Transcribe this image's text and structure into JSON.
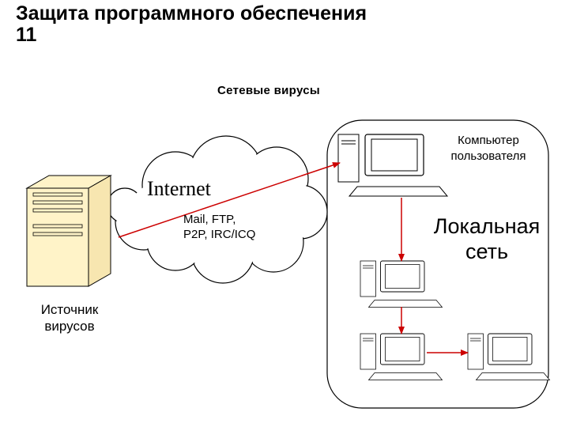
{
  "slide": {
    "title_line1": "Защита программного обеспечения",
    "title_line2": "11",
    "subtitle": "Сетевые вирусы"
  },
  "diagram": {
    "internet_label": "Internet",
    "protocols_line1": "Mail, FTP,",
    "protocols_line2": "P2P, IRC/ICQ",
    "user_pc_line1": "Компьютер",
    "user_pc_line2": "пользователя",
    "local_net_line1": "Локальная",
    "local_net_line2": "сеть",
    "source_line1": "Источник",
    "source_line2": "вирусов"
  },
  "colors": {
    "arrow": "#cc0000",
    "server_fill": "#fff3c8",
    "outline": "#000000"
  },
  "icons": [
    "server-icon",
    "cloud-icon",
    "workstation-icon"
  ]
}
